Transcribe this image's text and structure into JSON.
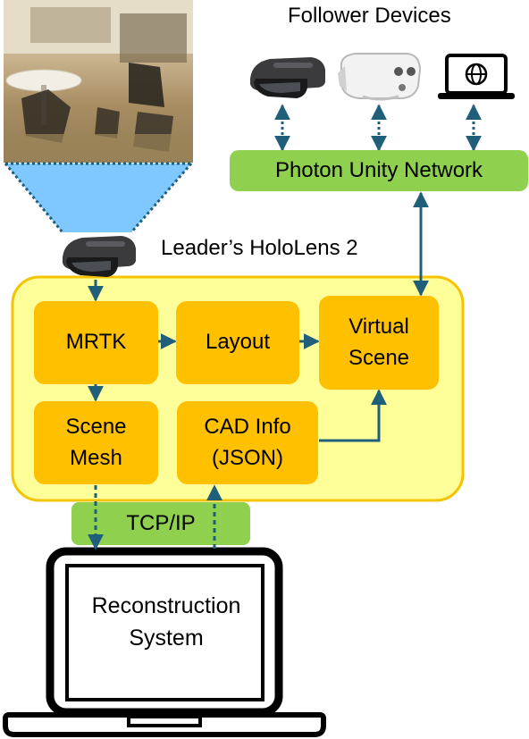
{
  "diagram": {
    "follower_title": "Follower Devices",
    "network_label": "Photon Unity Network",
    "leader_title": "Leader’s HoloLens 2",
    "boxes": {
      "mrtk": "MRTK",
      "layout": "Layout",
      "virtual_scene": "Virtual\nScene",
      "scene_mesh": "Scene\nMesh",
      "cad_info": "CAD Info\n(JSON)"
    },
    "transport_label": "TCP/IP",
    "system_label": "Reconstruction\nSystem"
  },
  "colors": {
    "module_fill": "#ffc000",
    "leader_panel": "#ffff99",
    "leader_border": "#f5c400",
    "network_fill": "#8fd14f",
    "arrow": "#1f5f7a",
    "frustum": "#7fc7ff"
  },
  "icons": [
    "room-photo",
    "hololens-icon",
    "quest-headset-icon",
    "laptop-globe-icon",
    "laptop-icon"
  ]
}
